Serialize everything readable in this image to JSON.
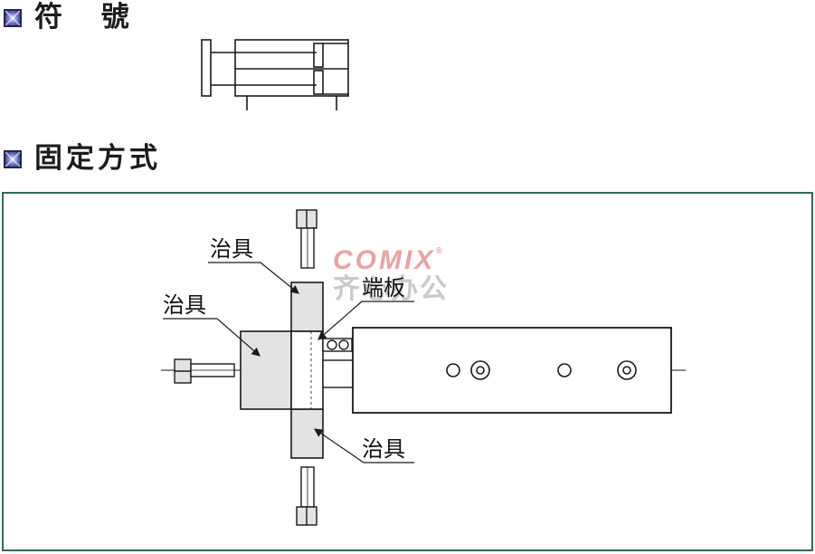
{
  "headings": {
    "symbol": "符 號",
    "mounting": "固定方式"
  },
  "labels": {
    "jig_top": "治具",
    "jig_left": "治具",
    "jig_bottom": "治具",
    "end_plate": "端板"
  },
  "watermark": {
    "brand": "COMIX",
    "registered": "®",
    "chinese": "齐心办公"
  },
  "colors": {
    "frame_border": "#2e6c54",
    "jig_fill": "#e3e3e3",
    "line": "#1a1a1a",
    "bullet": "#3a4391"
  },
  "icons": {
    "bullet": "square-bullet-icon"
  }
}
